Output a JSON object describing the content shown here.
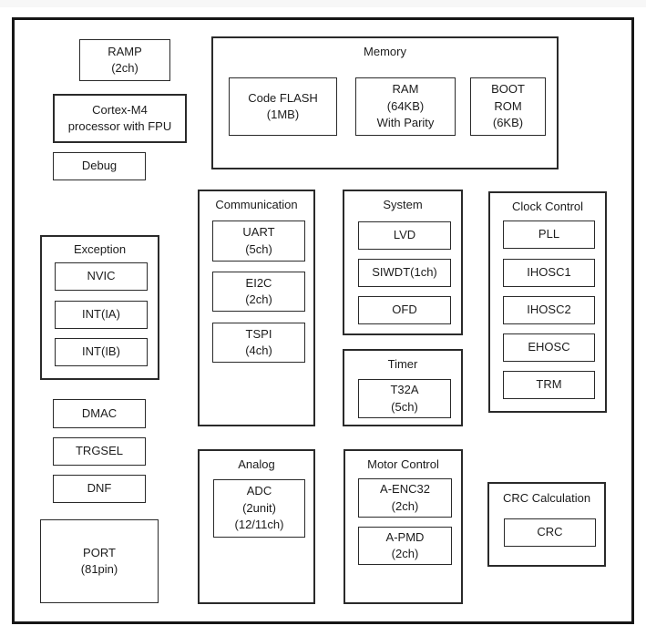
{
  "colors": {
    "border": "#2a2a2a",
    "frame_border": "#161616",
    "background": "#ffffff"
  },
  "standalone": {
    "ramp": "RAMP\n(2ch)",
    "cortex": "Cortex-M4\nprocessor with FPU",
    "debug": "Debug",
    "dmac": "DMAC",
    "trgsel": "TRGSEL",
    "dnf": "DNF",
    "port": "PORT\n(81pin)"
  },
  "groups": {
    "memory": {
      "title": "Memory",
      "items": {
        "code_flash": "Code FLASH\n(1MB)",
        "ram": "RAM\n(64KB)\nWith Parity",
        "boot_rom": "BOOT\nROM\n(6KB)"
      }
    },
    "exception": {
      "title": "Exception",
      "items": {
        "nvic": "NVIC",
        "int_ia": "INT(IA)",
        "int_ib": "INT(IB)"
      }
    },
    "communication": {
      "title": "Communication",
      "items": {
        "uart": "UART\n(5ch)",
        "ei2c": "EI2C\n(2ch)",
        "tspi": "TSPI\n(4ch)"
      }
    },
    "system": {
      "title": "System",
      "items": {
        "lvd": "LVD",
        "siwdt": "SIWDT(1ch)",
        "ofd": "OFD"
      }
    },
    "timer": {
      "title": "Timer",
      "items": {
        "t32a": "T32A\n(5ch)"
      }
    },
    "clock_control": {
      "title": "Clock Control",
      "items": {
        "pll": "PLL",
        "ihosc1": "IHOSC1",
        "ihosc2": "IHOSC2",
        "ehosc": "EHOSC",
        "trm": "TRM"
      }
    },
    "analog": {
      "title": "Analog",
      "items": {
        "adc": "ADC\n(2unit)\n(12/11ch)"
      }
    },
    "motor_control": {
      "title": "Motor Control",
      "items": {
        "a_enc32": "A-ENC32\n(2ch)",
        "a_pmd": "A-PMD\n(2ch)"
      }
    },
    "crc_calculation": {
      "title": "CRC Calculation",
      "items": {
        "crc": "CRC"
      }
    }
  }
}
